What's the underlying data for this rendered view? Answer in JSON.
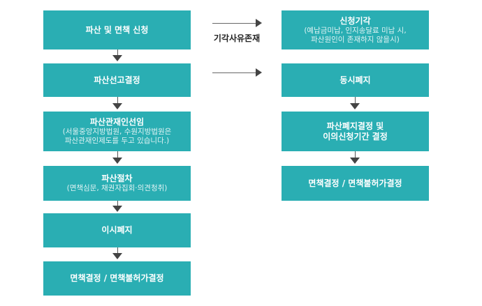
{
  "left_column": [
    {
      "title": "파산 및 면책 신청"
    },
    {
      "title": "파산선고결정"
    },
    {
      "title": "파산관재인선임",
      "sub": [
        "(서울중앙지방법원, 수원지방법원은",
        "파산관재인제도를 두고 있습니다.)"
      ]
    },
    {
      "title": "파산절차",
      "sub": [
        "(면책심문, 채권자집회·의견청취)"
      ]
    },
    {
      "title": "이시폐지"
    },
    {
      "title": "면책결정 / 면책불허가결정"
    }
  ],
  "right_column": [
    {
      "title": "신청기각",
      "sub": [
        "(예납금미납, 인지송달료 미납 시,",
        "파산원인이 존재하지 않을시)"
      ]
    },
    {
      "title": "동시폐지"
    },
    {
      "title": "파산폐지결정 및",
      "title2": "이의신청기간 결정"
    },
    {
      "title": "면책결정 / 면책불허가결정"
    }
  ],
  "connector_label": "기각사유존재",
  "colors": {
    "box": "#2aaeb3",
    "arrow": "#444444"
  }
}
